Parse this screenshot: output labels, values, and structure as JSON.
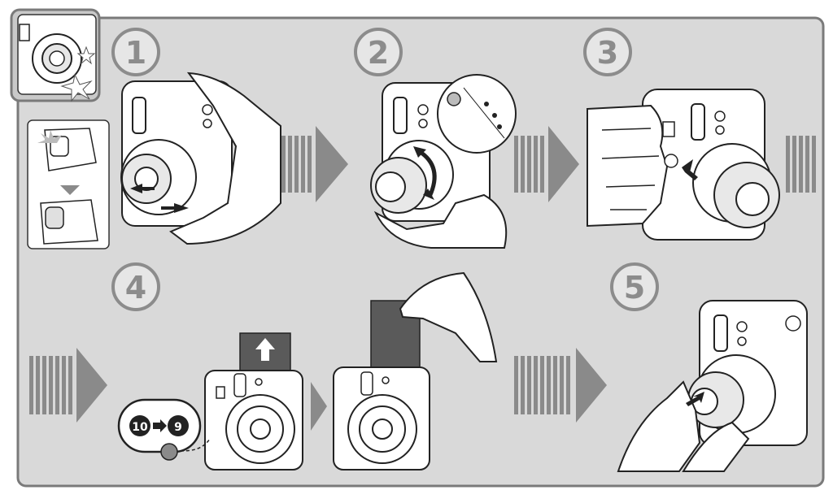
{
  "steps": [
    {
      "number": "1"
    },
    {
      "number": "2"
    },
    {
      "number": "3"
    },
    {
      "number": "4"
    },
    {
      "number": "5"
    }
  ],
  "counter": {
    "from": "10",
    "to": "9"
  },
  "colors": {
    "panel_bg": "#d9d9d9",
    "panel_border": "#7a7a7a",
    "arrow_gray": "#8a8a8a",
    "line": "#222222",
    "film_dark": "#5a5a5a"
  }
}
